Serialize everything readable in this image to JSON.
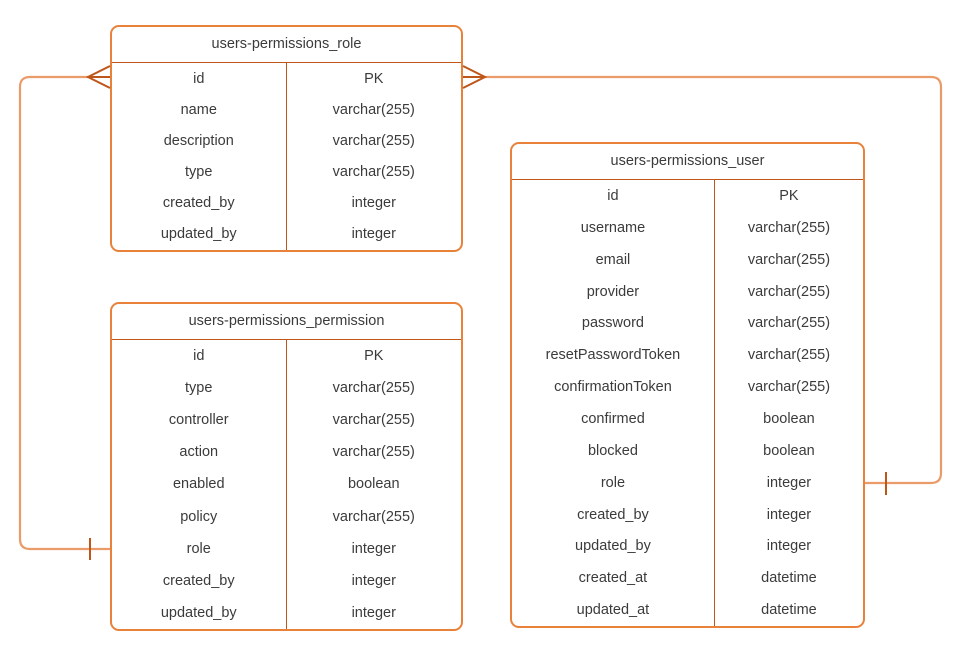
{
  "diagram": {
    "type": "entity-relationship",
    "entities": [
      {
        "title": "users-permissions_role",
        "rows": [
          {
            "field": "id",
            "type": "PK"
          },
          {
            "field": "name",
            "type": "varchar(255)"
          },
          {
            "field": "description",
            "type": "varchar(255)"
          },
          {
            "field": "type",
            "type": "varchar(255)"
          },
          {
            "field": "created_by",
            "type": "integer"
          },
          {
            "field": "updated_by",
            "type": "integer"
          }
        ]
      },
      {
        "title": "users-permissions_permission",
        "rows": [
          {
            "field": "id",
            "type": "PK"
          },
          {
            "field": "type",
            "type": "varchar(255)"
          },
          {
            "field": "controller",
            "type": "varchar(255)"
          },
          {
            "field": "action",
            "type": "varchar(255)"
          },
          {
            "field": "enabled",
            "type": "boolean"
          },
          {
            "field": "policy",
            "type": "varchar(255)"
          },
          {
            "field": "role",
            "type": "integer"
          },
          {
            "field": "created_by",
            "type": "integer"
          },
          {
            "field": "updated_by",
            "type": "integer"
          }
        ]
      },
      {
        "title": "users-permissions_user",
        "rows": [
          {
            "field": "id",
            "type": "PK"
          },
          {
            "field": "username",
            "type": "varchar(255)"
          },
          {
            "field": "email",
            "type": "varchar(255)"
          },
          {
            "field": "provider",
            "type": "varchar(255)"
          },
          {
            "field": "password",
            "type": "varchar(255)"
          },
          {
            "field": "resetPasswordToken",
            "type": "varchar(255)"
          },
          {
            "field": "confirmationToken",
            "type": "varchar(255)"
          },
          {
            "field": "confirmed",
            "type": "boolean"
          },
          {
            "field": "blocked",
            "type": "boolean"
          },
          {
            "field": "role",
            "type": "integer"
          },
          {
            "field": "created_by",
            "type": "integer"
          },
          {
            "field": "updated_by",
            "type": "integer"
          },
          {
            "field": "created_at",
            "type": "datetime"
          },
          {
            "field": "updated_at",
            "type": "datetime"
          }
        ]
      }
    ],
    "relationships": [
      {
        "from": "users-permissions_role.id",
        "to": "users-permissions_permission.role",
        "from_cardinality": "many",
        "to_cardinality": "one"
      },
      {
        "from": "users-permissions_role.id",
        "to": "users-permissions_user.role",
        "from_cardinality": "many",
        "to_cardinality": "one"
      }
    ],
    "colors": {
      "background": "#ffffff",
      "border": "#e8823b",
      "divider": "#c05718",
      "line": "#eb9b69",
      "marker": "#be5519",
      "text": "#3b3b3b"
    }
  }
}
